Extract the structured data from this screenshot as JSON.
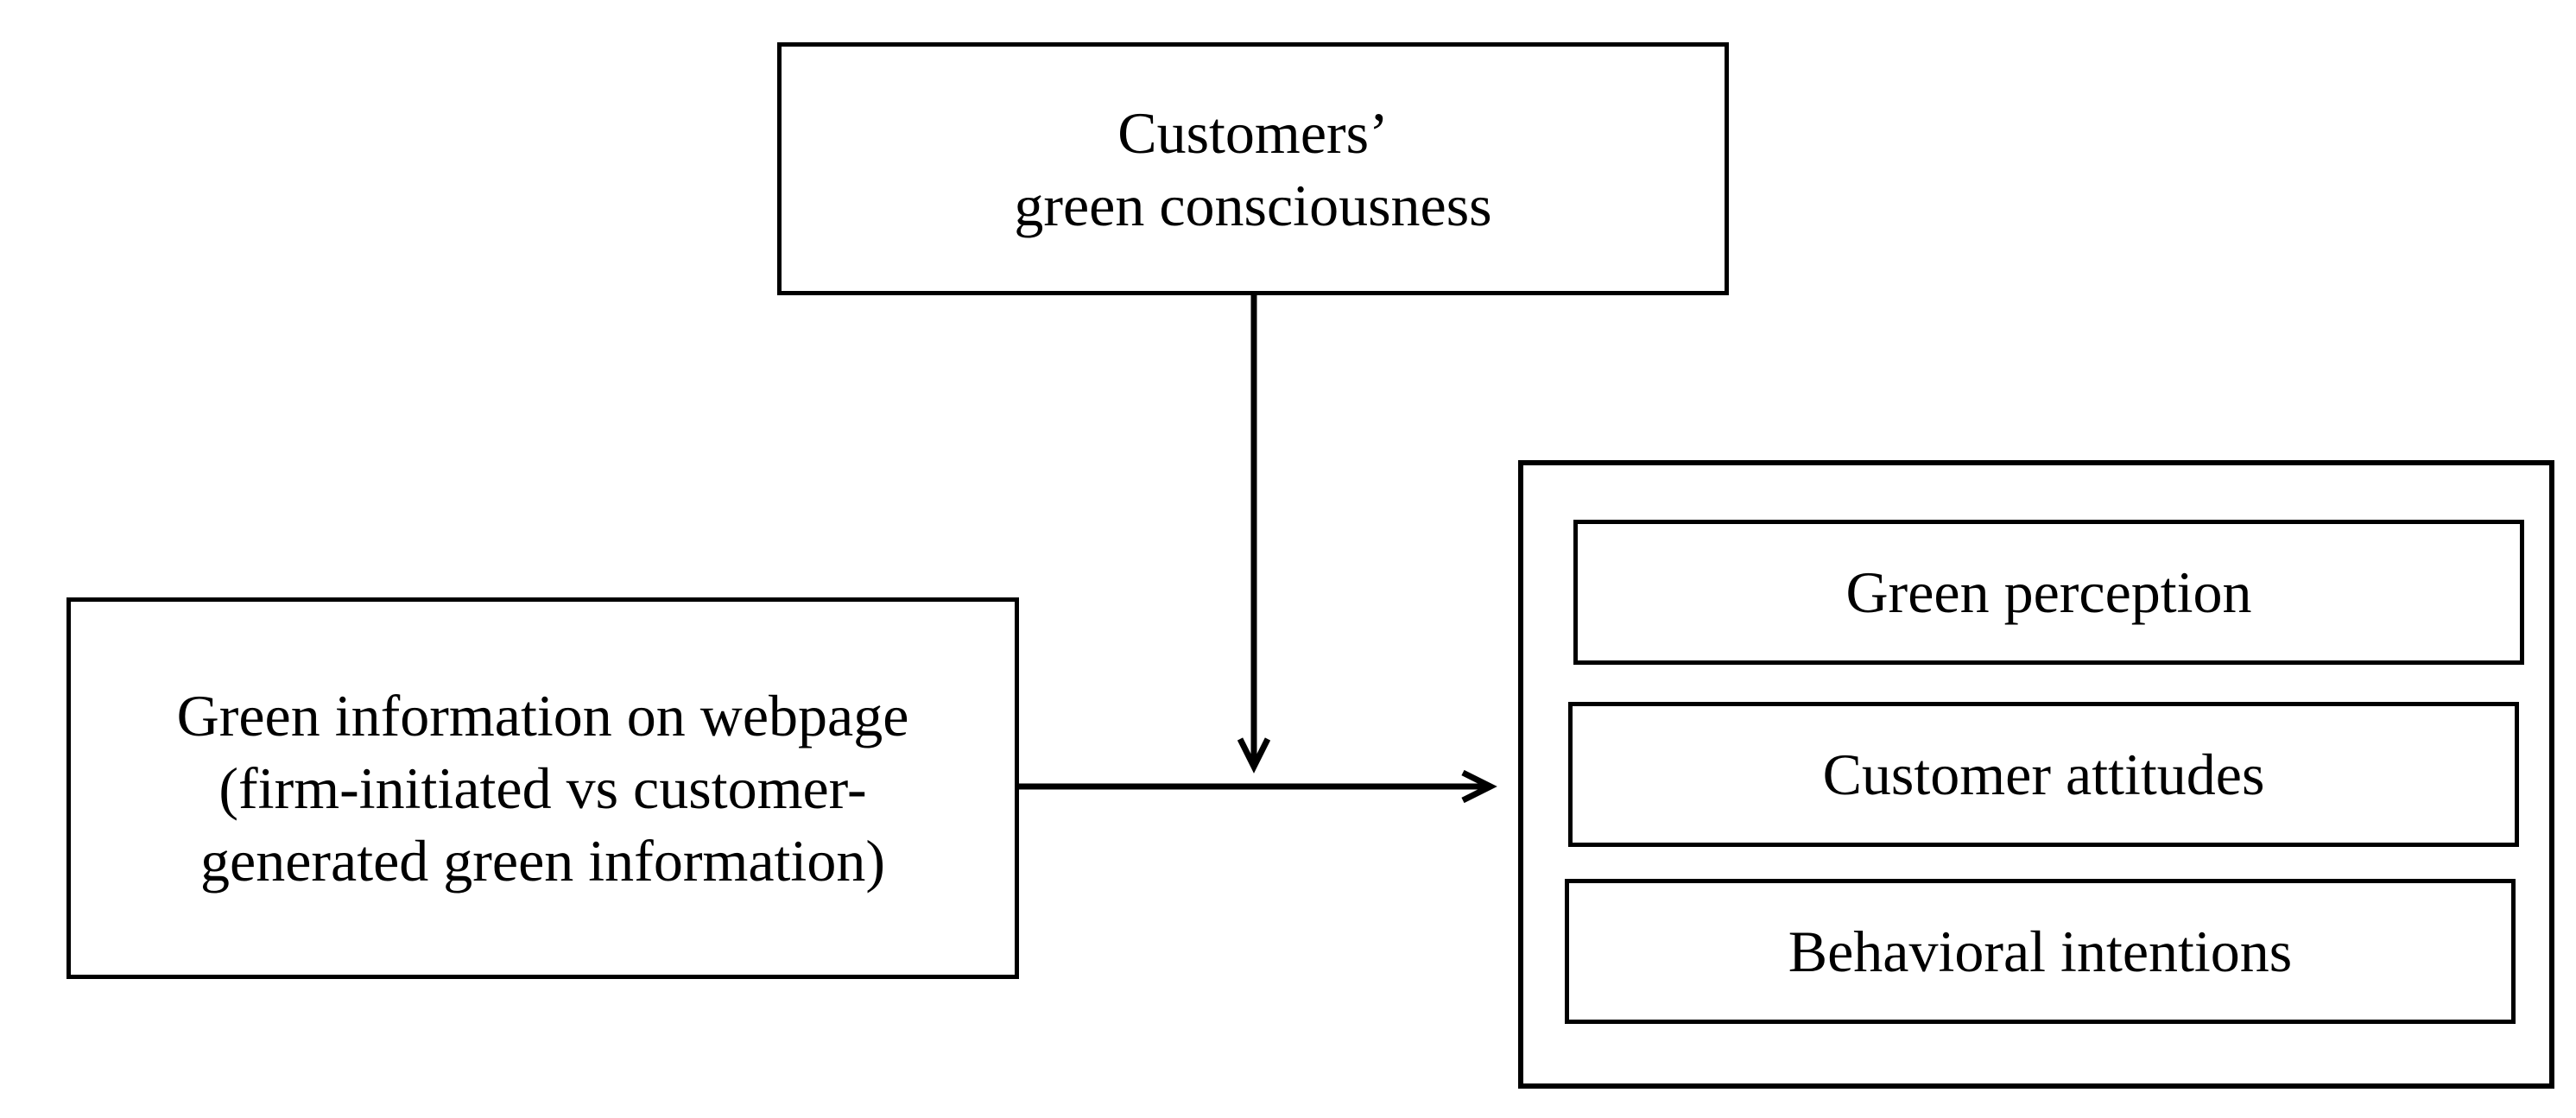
{
  "diagram": {
    "moderator": {
      "label": "Customers’\ngreen consciousness"
    },
    "independent": {
      "label": "Green information on webpage\n(firm-initiated vs customer-\ngenerated green information)"
    },
    "outcomes": [
      {
        "label": "Green perception"
      },
      {
        "label": "Customer attitudes"
      },
      {
        "label": "Behavioral intentions"
      }
    ]
  }
}
